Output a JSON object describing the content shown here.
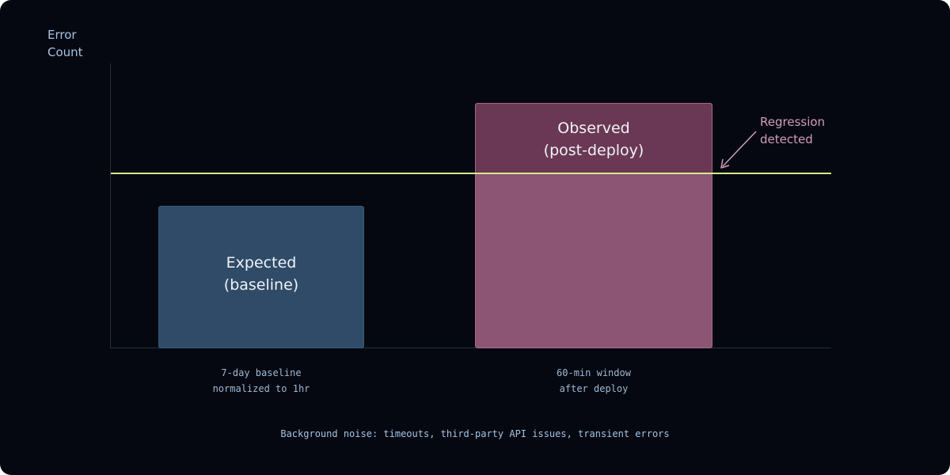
{
  "y_axis": {
    "label_lines": [
      "Error",
      "Count"
    ]
  },
  "bars": {
    "expected": {
      "label_lines": [
        "Expected",
        "(baseline)"
      ],
      "caption_lines": [
        "7-day baseline",
        "normalized to 1hr"
      ]
    },
    "observed": {
      "label_lines": [
        "Observed",
        "(post-deploy)"
      ],
      "caption_lines": [
        "60-min window",
        "after deploy"
      ]
    }
  },
  "threshold": {
    "annotation_lines": [
      "Regression",
      "detected"
    ]
  },
  "footnote": "Background noise: timeouts, third-party API issues, transient errors",
  "colors": {
    "background": "#050810",
    "expected_bar": "#2f4b68",
    "observed_bar": "#8b5573",
    "threshold_line": "#d5ea8a",
    "annotation": "#d29cbc",
    "label_text": "#a5c3e5"
  }
}
